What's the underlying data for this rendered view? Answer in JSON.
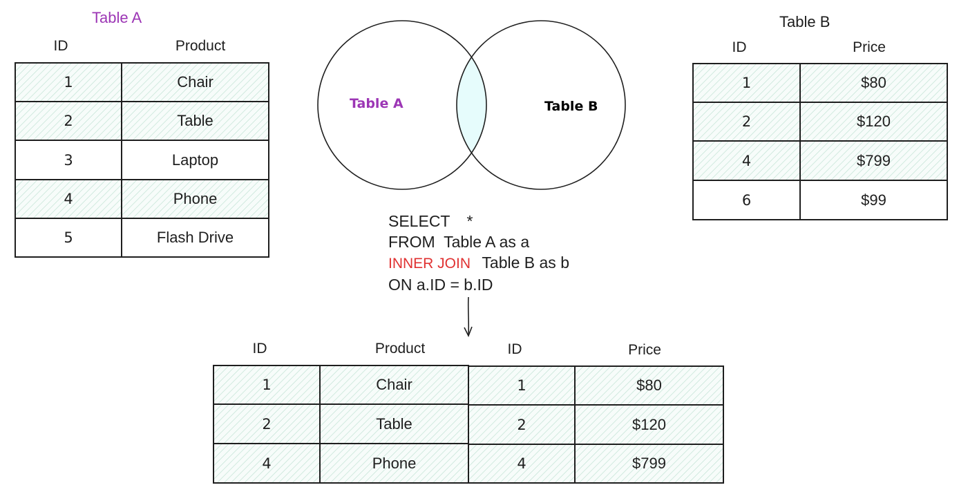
{
  "table_a": {
    "title": "Table A",
    "title_color": "#9c36b5",
    "headers": [
      "ID",
      "Product"
    ],
    "rows": [
      {
        "id": "1",
        "product": "Chair",
        "hatched": true
      },
      {
        "id": "2",
        "product": "Table",
        "hatched": true
      },
      {
        "id": "3",
        "product": "Laptop",
        "hatched": false
      },
      {
        "id": "4",
        "product": "Phone",
        "hatched": true
      },
      {
        "id": "5",
        "product": "Flash Drive",
        "hatched": false
      }
    ]
  },
  "table_b": {
    "title": "Table B",
    "headers": [
      "ID",
      "Price"
    ],
    "rows": [
      {
        "id": "1",
        "price": "$80",
        "hatched": true
      },
      {
        "id": "2",
        "price": "$120",
        "hatched": true
      },
      {
        "id": "4",
        "price": "$799",
        "hatched": true
      },
      {
        "id": "6",
        "price": "$99",
        "hatched": false
      }
    ]
  },
  "venn": {
    "label_a": "Table A",
    "label_b": "Table B",
    "intersection_color": "#e6fcfc"
  },
  "sql": {
    "line1_kw": "SELECT",
    "line1_rest": "*",
    "line2": "FROM  Table A as a",
    "line3_kw": "INNER JOIN",
    "line3_rest": "Table B as b",
    "line4": "ON a.ID = b.ID",
    "keyword_color": "#e03131"
  },
  "result": {
    "headers": [
      "ID",
      "Product",
      "ID",
      "Price"
    ],
    "rows": [
      {
        "a_id": "1",
        "product": "Chair",
        "b_id": "1",
        "price": "$80"
      },
      {
        "a_id": "2",
        "product": "Table",
        "b_id": "2",
        "price": "$120"
      },
      {
        "a_id": "4",
        "product": "Phone",
        "b_id": "4",
        "price": "$799"
      }
    ]
  }
}
